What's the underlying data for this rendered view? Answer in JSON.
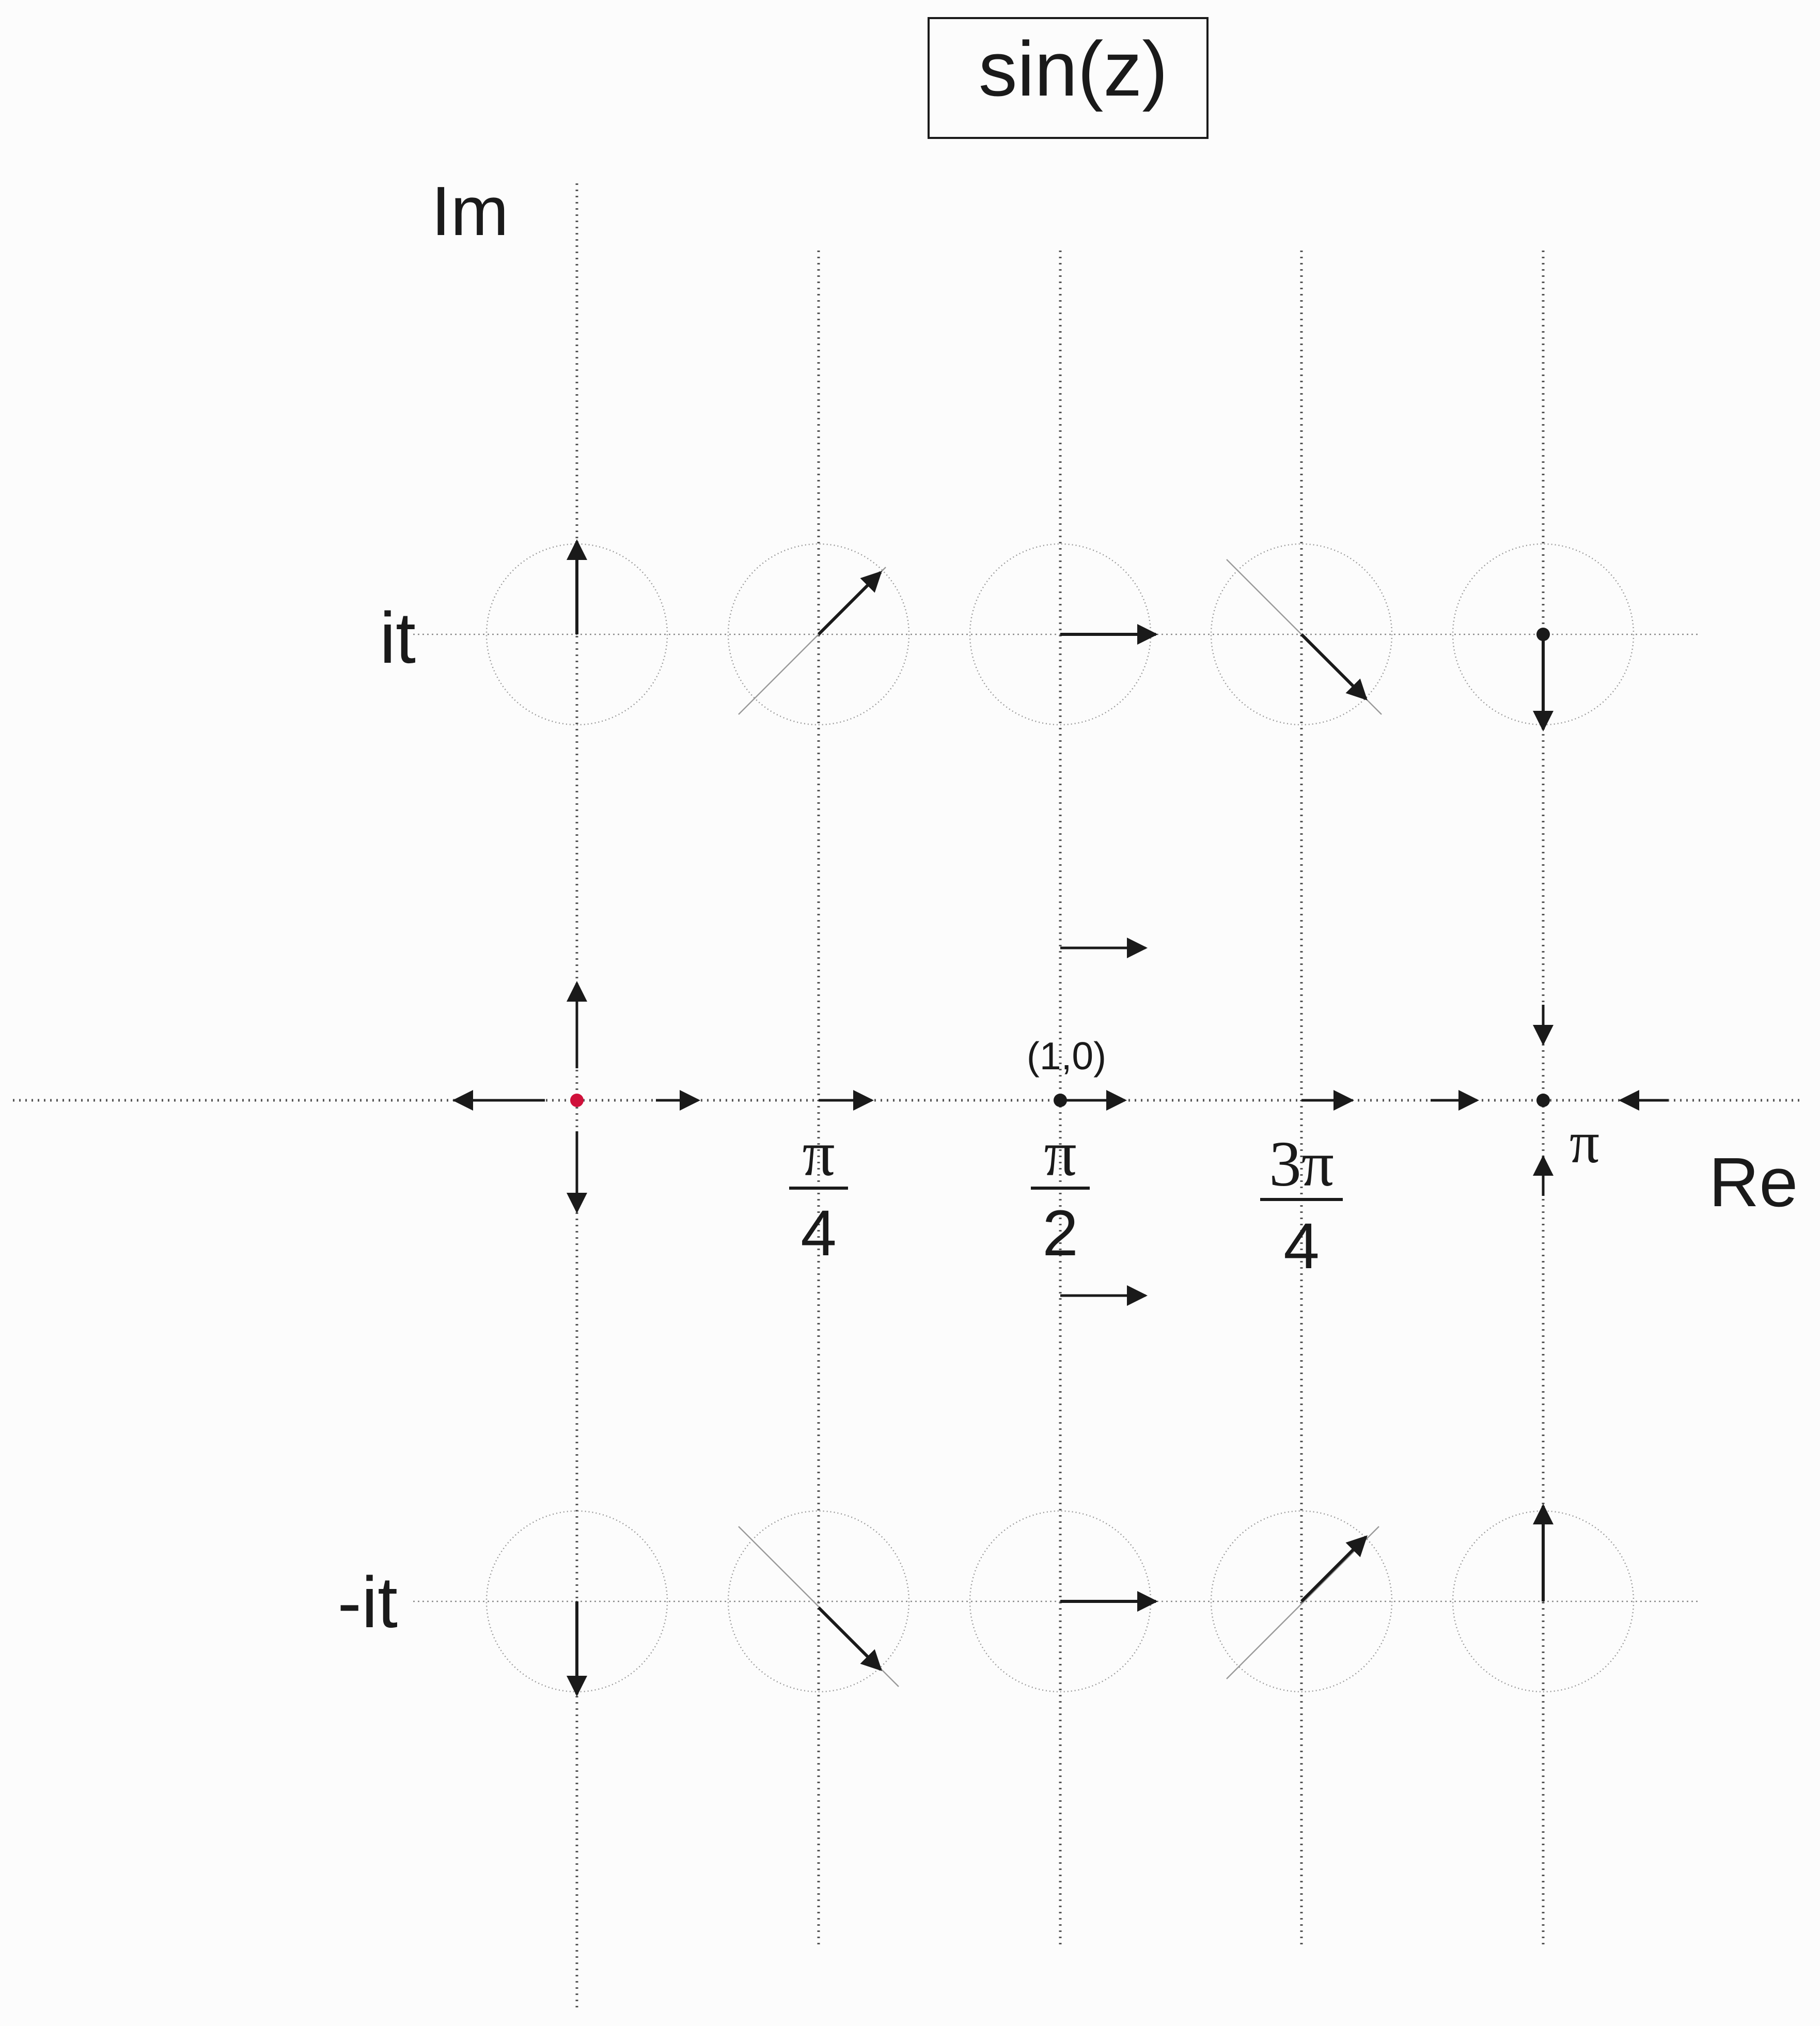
{
  "title": "sin(z)",
  "axes": {
    "real_label": "Re",
    "imag_label": "Im"
  },
  "row_labels": {
    "top": "it",
    "bottom": "-it"
  },
  "tick_labels": {
    "pi_over_4": {
      "num": "π",
      "den": "4"
    },
    "pi_over_2": {
      "num": "π",
      "den": "2"
    },
    "three_pi_over_4": {
      "num": "3π",
      "den": "4"
    },
    "pi": "π"
  },
  "point_label": "(1,0)",
  "colors": {
    "ink": "#1a1a1a",
    "origin_point": "#d0103a",
    "guide": "#555555",
    "circle": "#9a9a9a",
    "background": "#fcfcfc"
  }
}
